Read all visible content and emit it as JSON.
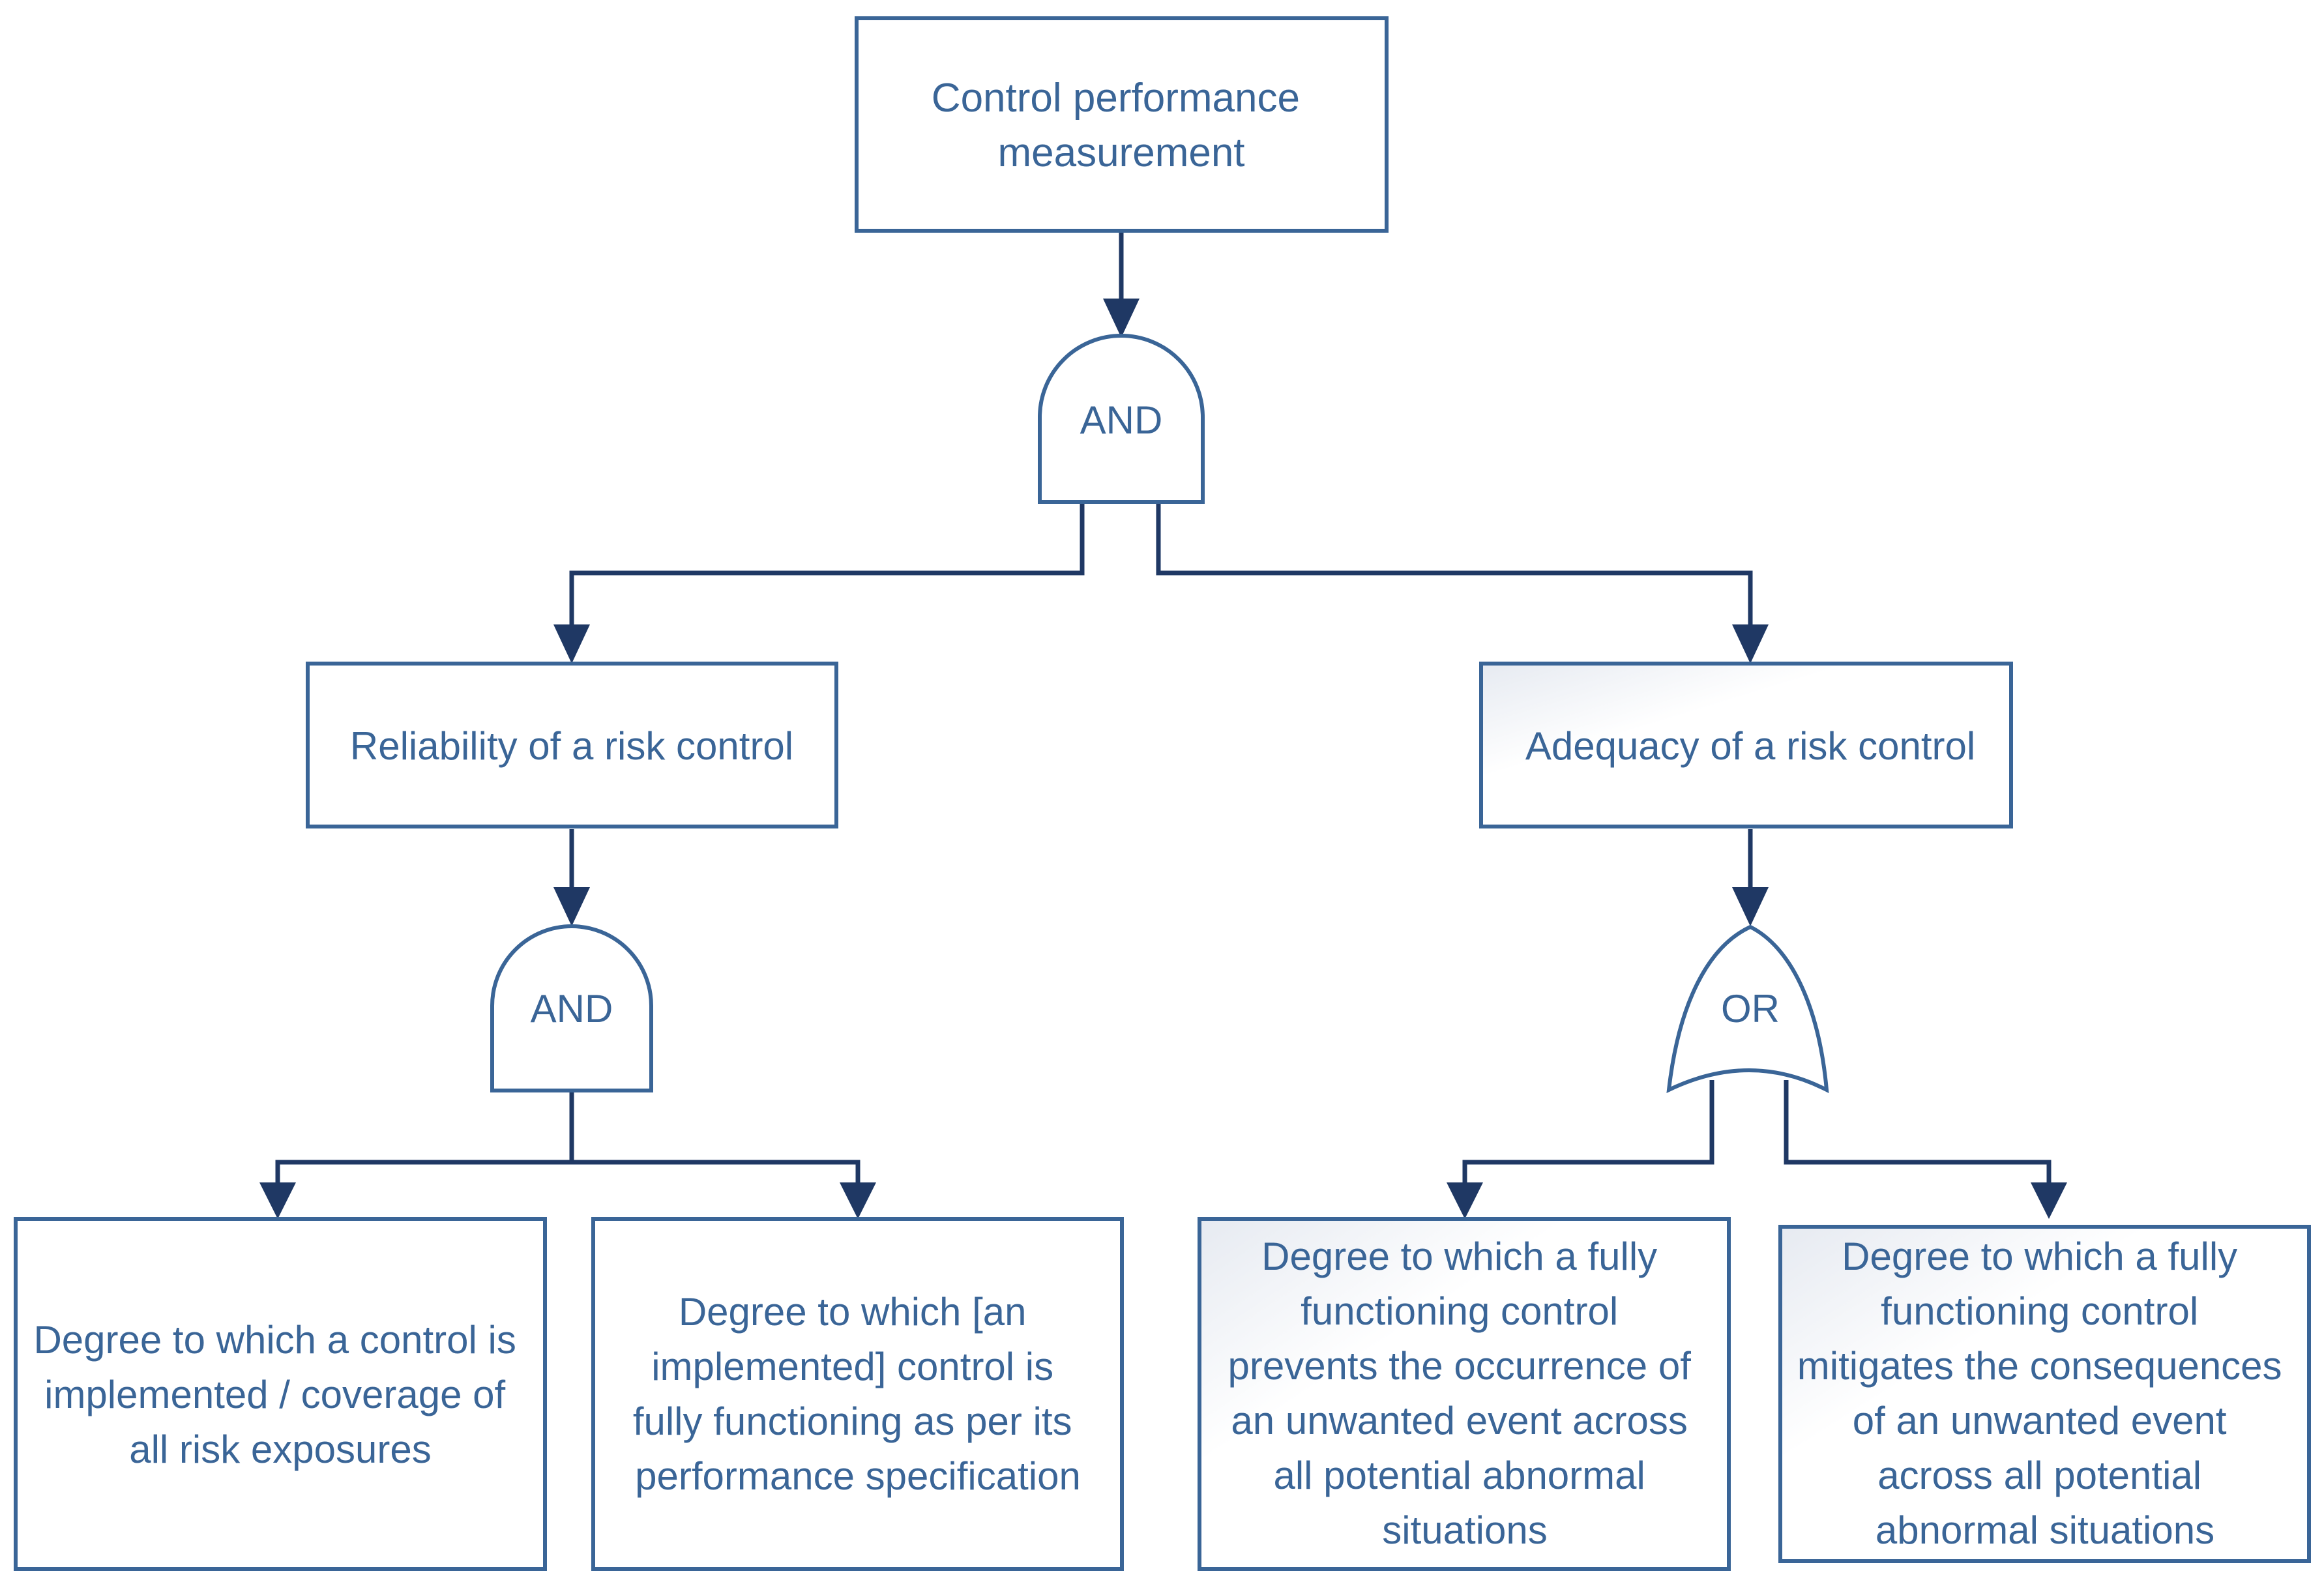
{
  "colors": {
    "box_border": "#3a6597",
    "text": "#3a6597",
    "connector": "#1f3864",
    "box_fill": "#ffffff",
    "box_fill_shaded": "#eef1f6"
  },
  "nodes": {
    "root": {
      "lines": [
        "Control performance",
        "measurement"
      ]
    },
    "gate_top": {
      "label": "AND"
    },
    "reliability": {
      "lines": [
        "Reliability of a risk control"
      ]
    },
    "adequacy": {
      "lines": [
        "Adequacy of a risk control"
      ]
    },
    "gate_left": {
      "label": "AND"
    },
    "gate_right": {
      "label": "OR"
    },
    "leaf1": {
      "lines": [
        "Degree to which a control is",
        "implemented / coverage of",
        "all risk exposures"
      ]
    },
    "leaf2": {
      "lines": [
        "Degree to which [an",
        "implemented] control is",
        "fully functioning as per its",
        "performance specification"
      ]
    },
    "leaf3": {
      "lines": [
        "Degree to which a fully",
        "functioning control",
        "prevents the occurrence of",
        "an unwanted event across",
        "all potential abnormal",
        "situations"
      ]
    },
    "leaf4": {
      "lines": [
        "Degree to which a fully",
        "functioning control",
        "mitigates the consequences",
        "of an unwanted event",
        "across all potential",
        "abnormal situations"
      ]
    }
  }
}
